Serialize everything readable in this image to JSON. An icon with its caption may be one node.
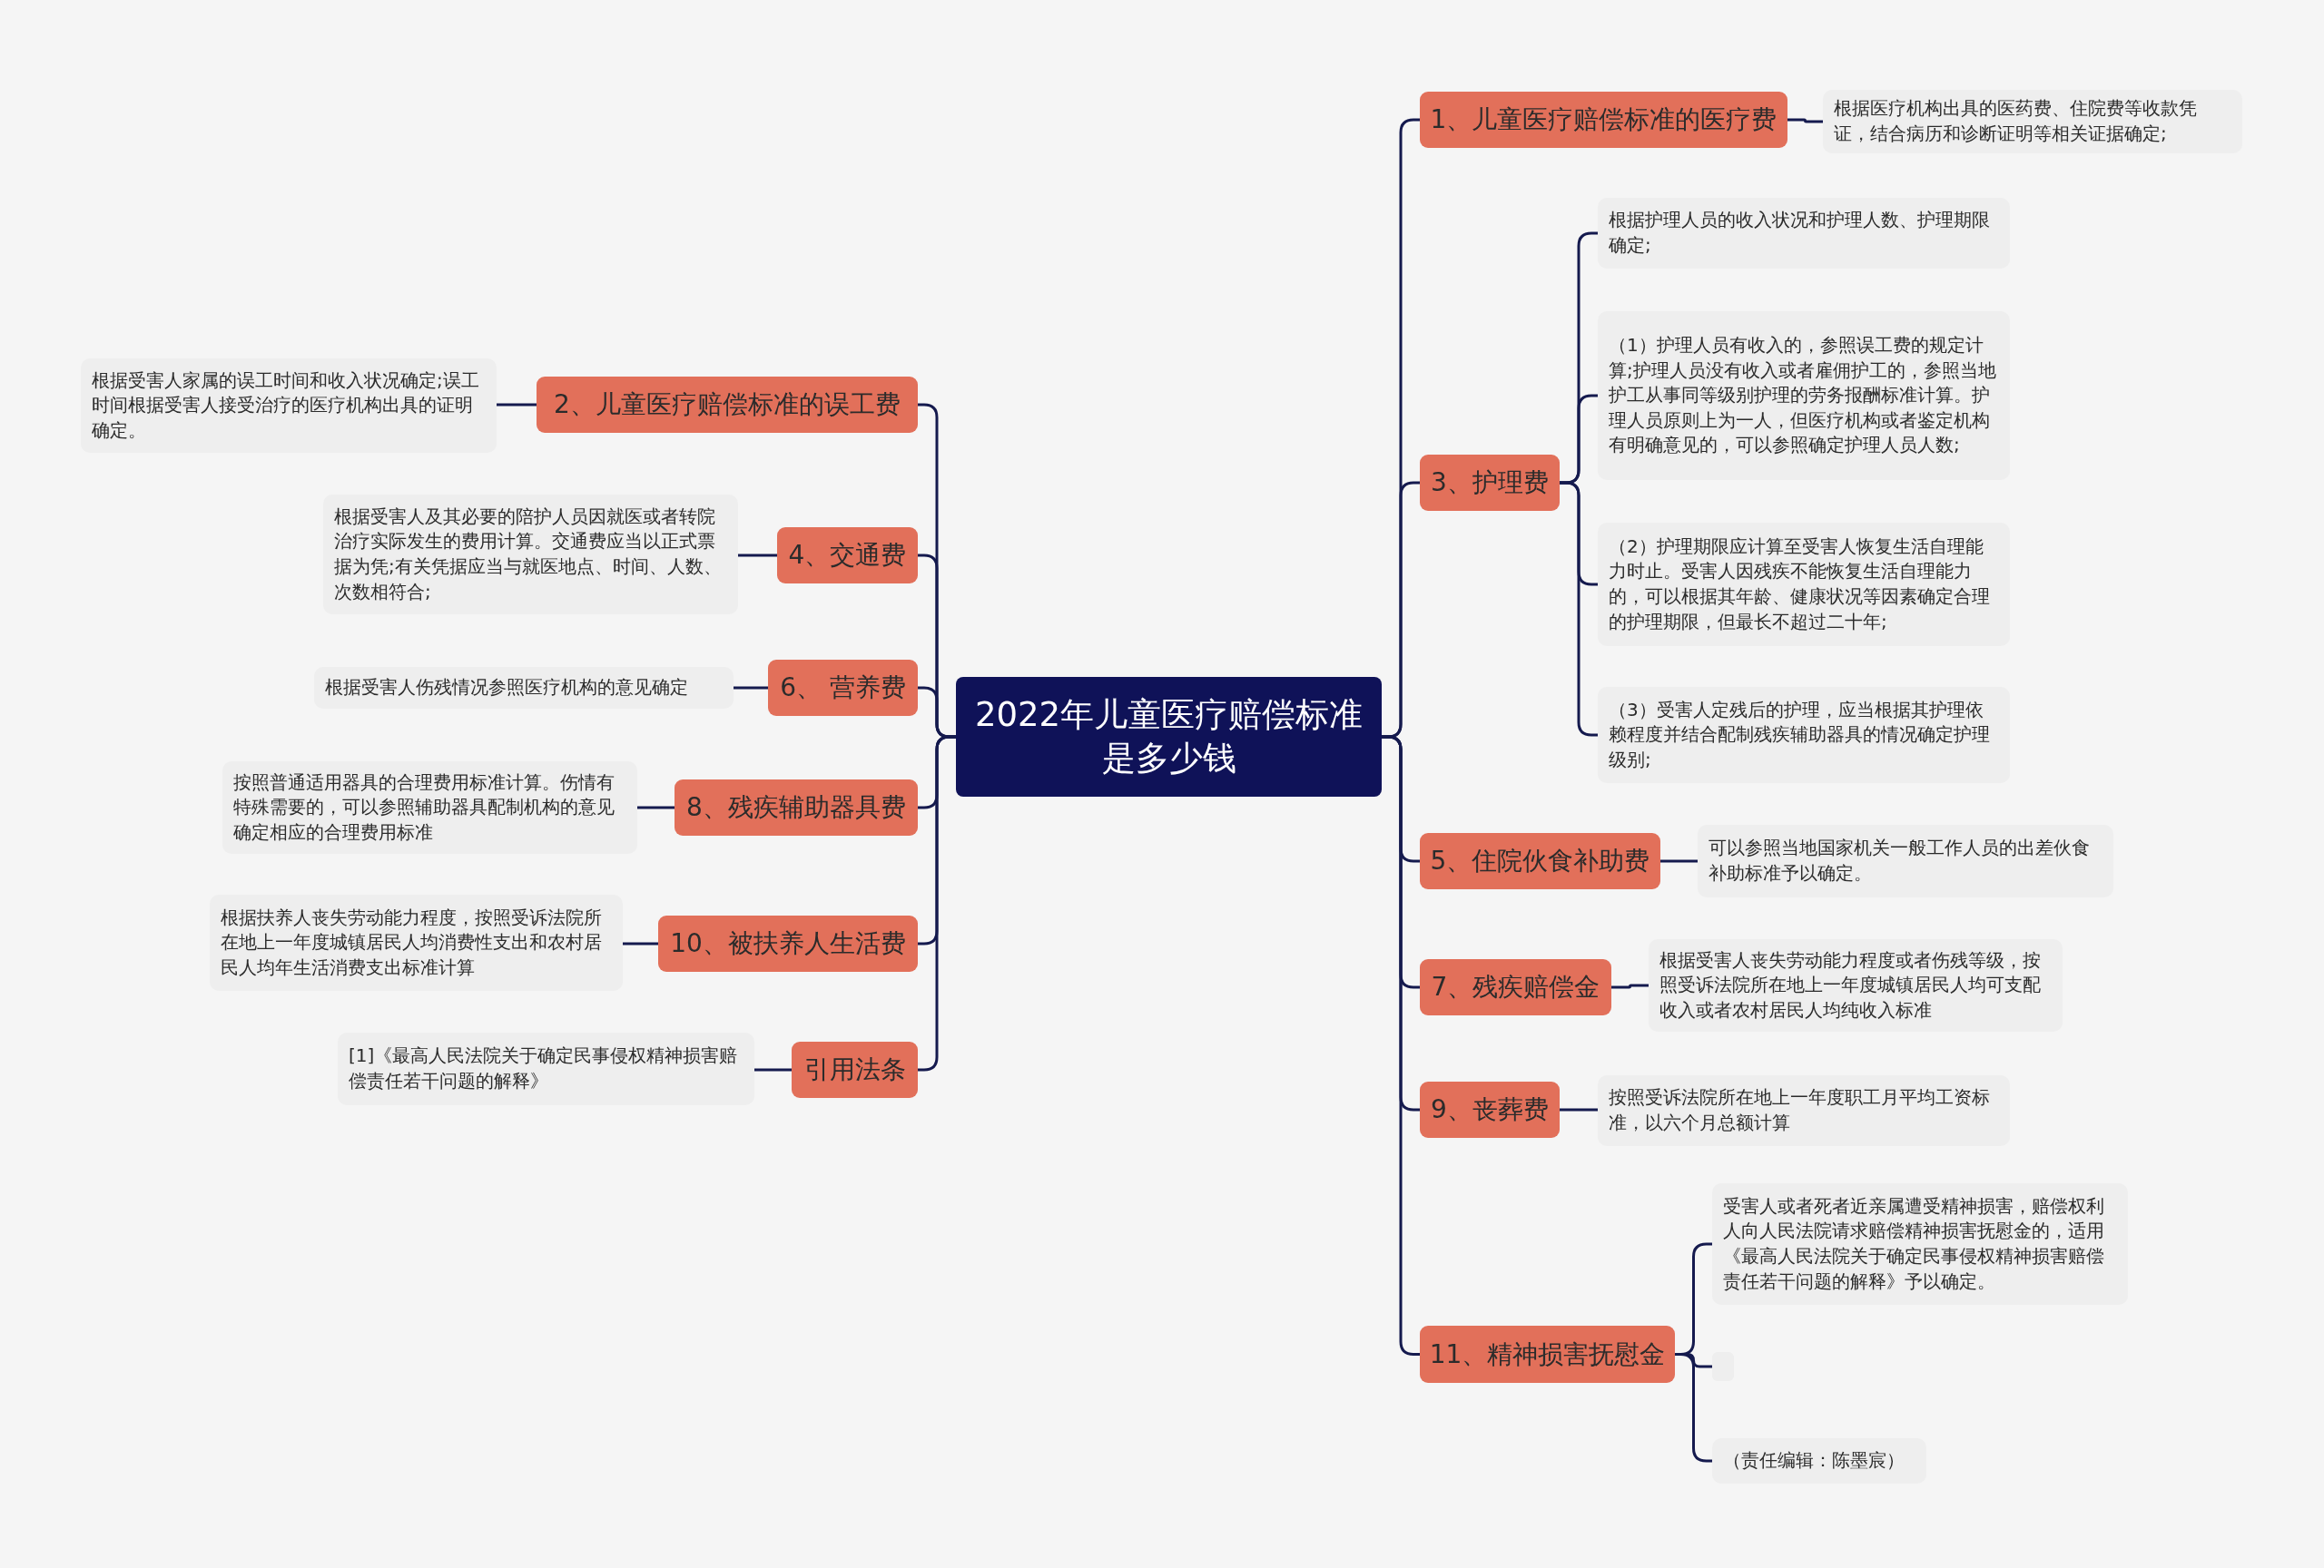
{
  "diagram": {
    "nodes": [
      {
        "text": [
          "2022年儿童医疗赔偿标准是多少钱"
        ]
      },
      {
        "text": [
          "1、儿童医疗赔偿标准的医疗费"
        ]
      },
      {
        "text": [
          "根据医疗机构出具的医药费、住院费等收款凭证，结合病历和诊断证明等相关证据确定;"
        ]
      },
      {
        "text": [
          "3、护理费"
        ]
      },
      {
        "text": [
          "根据护理人员的收入状况和护理人数、护理期限确定;"
        ]
      },
      {
        "text": [
          "（1）护理人员有收入的，参照误工费的规定计算;护理人员没有收入或者雇佣护工的，参照当地护工从事同等级别护理的劳务报酬标准计算。护理人员原则上为一人，但医疗机构或者鉴定机构有明确意见的，可以参照确定护理人员人数;"
        ]
      },
      {
        "text": [
          "（2）护理期限应计算至受害人恢复生活自理能力时止。受害人因残疾不能恢复生活自理能力的，可以根据其年龄、健康状况等因素确定合理的护理期限，但最长不超过二十年;"
        ]
      },
      {
        "text": [
          "（3）受害人定残后的护理，应当根据其护理依赖程度并结合配制残疾辅助器具的情况确定护理级别;"
        ]
      },
      {
        "text": [
          "5、住院伙食补助费"
        ]
      },
      {
        "text": [
          "可以参照当地国家机关一般工作人员的出差伙食补助标准予以确定。"
        ]
      },
      {
        "text": [
          "7、残疾赔偿金"
        ]
      },
      {
        "text": [
          "根据受害人丧失劳动能力程度或者伤残等级，按照受诉法院所在地上一年度城镇居民人均可支配收入或者农村居民人均纯收入标准"
        ]
      },
      {
        "text": [
          "9、丧葬费"
        ]
      },
      {
        "text": [
          "按照受诉法院所在地上一年度职工月平均工资标准，以六个月总额计算"
        ]
      },
      {
        "text": [
          "11、精神损害抚慰金"
        ]
      },
      {
        "text": [
          "受害人或者死者近亲属遭受精神损害，赔偿权利人向人民法院请求赔偿精神损害抚慰金的，适用《最高人民法院关于确定民事侵权精神损害赔偿责任若干问题的解释》予以确定。"
        ]
      },
      {
        "text": [],
        "shape": "box"
      },
      {
        "text": [
          "（责任编辑：陈墨宸）"
        ]
      },
      {
        "text": [
          "2、儿童医疗赔偿标准的误工费"
        ]
      },
      {
        "text": [
          "根据受害人家属的误工时间和收入状况确定;误工时间根据受害人接受治疗的医疗机构出具的证明确定。"
        ]
      },
      {
        "text": [
          "4、交通费"
        ]
      },
      {
        "text": [
          "根据受害人及其必要的陪护人员因就医或者转院治疗实际发生的费用计算。交通费应当以正式票据为凭;有关凭据应当与就医地点、时间、人数、次数相符合;"
        ]
      },
      {
        "text": [
          "6、 营养费"
        ]
      },
      {
        "text": [
          "根据受害人伤残情况参照医疗机构的意见确定"
        ]
      },
      {
        "text": [
          "8、残疾辅助器具费"
        ]
      },
      {
        "text": [
          "按照普通适用器具的合理费用标准计算。伤情有特殊需要的，可以参照辅助器具配制机构的意见确定相应的合理费用标准"
        ]
      },
      {
        "text": [
          "10、被扶养人生活费"
        ]
      },
      {
        "text": [
          "根据扶养人丧失劳动能力程度，按照受诉法院所在地上一年度城镇居民人均消费性支出和农村居民人均年生活消费支出标准计算"
        ]
      },
      {
        "text": [
          "引用法条"
        ]
      },
      {
        "text": [
          "[1]《最高人民法院关于确定民事侵权精神损害赔偿责任若干问题的解释》"
        ]
      }
    ],
    "edges": [
      {
        "from": 0,
        "to": 1,
        "arrow": "none"
      },
      {
        "from": 1,
        "to": 2,
        "arrow": "none"
      },
      {
        "from": 0,
        "to": 3,
        "arrow": "none"
      },
      {
        "from": 3,
        "to": 4,
        "arrow": "none"
      },
      {
        "from": 3,
        "to": 5,
        "arrow": "none"
      },
      {
        "from": 3,
        "to": 6,
        "arrow": "none"
      },
      {
        "from": 3,
        "to": 7,
        "arrow": "none"
      },
      {
        "from": 0,
        "to": 8,
        "arrow": "none"
      },
      {
        "from": 8,
        "to": 9,
        "arrow": "none"
      },
      {
        "from": 0,
        "to": 10,
        "arrow": "none"
      },
      {
        "from": 10,
        "to": 11,
        "arrow": "none"
      },
      {
        "from": 0,
        "to": 12,
        "arrow": "none"
      },
      {
        "from": 12,
        "to": 13,
        "arrow": "none"
      },
      {
        "from": 0,
        "to": 14,
        "arrow": "none"
      },
      {
        "from": 14,
        "to": 15,
        "arrow": "none"
      },
      {
        "from": 14,
        "to": 16,
        "arrow": "none"
      },
      {
        "from": 14,
        "to": 17,
        "arrow": "none"
      },
      {
        "from": 0,
        "to": 18,
        "arrow": "none"
      },
      {
        "from": 18,
        "to": 19,
        "arrow": "none"
      },
      {
        "from": 0,
        "to": 20,
        "arrow": "none"
      },
      {
        "from": 20,
        "to": 21,
        "arrow": "none"
      },
      {
        "from": 0,
        "to": 22,
        "arrow": "none"
      },
      {
        "from": 22,
        "to": 23,
        "arrow": "none"
      },
      {
        "from": 0,
        "to": 24,
        "arrow": "none"
      },
      {
        "from": 24,
        "to": 25,
        "arrow": "none"
      },
      {
        "from": 0,
        "to": 26,
        "arrow": "none"
      },
      {
        "from": 26,
        "to": 27,
        "arrow": "none"
      },
      {
        "from": 0,
        "to": 28,
        "arrow": "none"
      },
      {
        "from": 28,
        "to": 29,
        "arrow": "none"
      }
    ]
  }
}
